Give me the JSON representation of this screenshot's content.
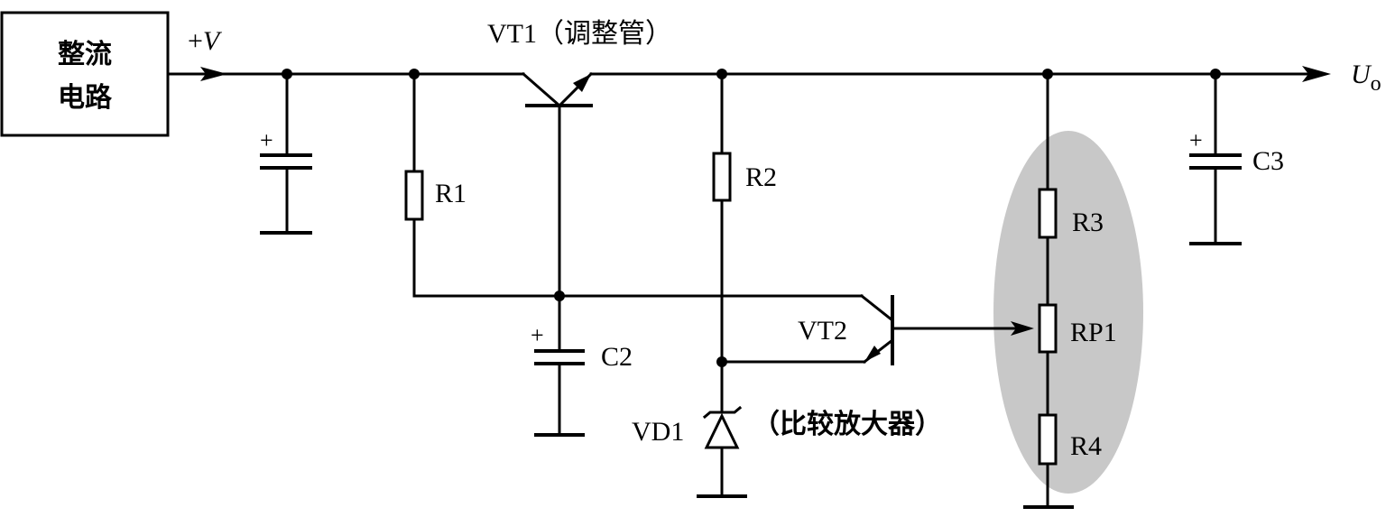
{
  "diagram": {
    "rectifier_block": {
      "line1": "整流",
      "line2": "电路"
    },
    "input_label": {
      "sign": "+",
      "symbol": "V"
    },
    "output_label": {
      "symbol": "U",
      "subscript": "o"
    },
    "vt1_label": "VT1（调整管）",
    "vt2_label": "VT2",
    "amplifier_label": "（比较放大器）",
    "components": {
      "r1": "R1",
      "r2": "R2",
      "r3": "R3",
      "r4": "R4",
      "rp1": "RP1",
      "c2": "C2",
      "c3": "C3",
      "vd1": "VD1"
    },
    "polarity_mark": "+",
    "highlight_color": "#c8c8c8"
  }
}
